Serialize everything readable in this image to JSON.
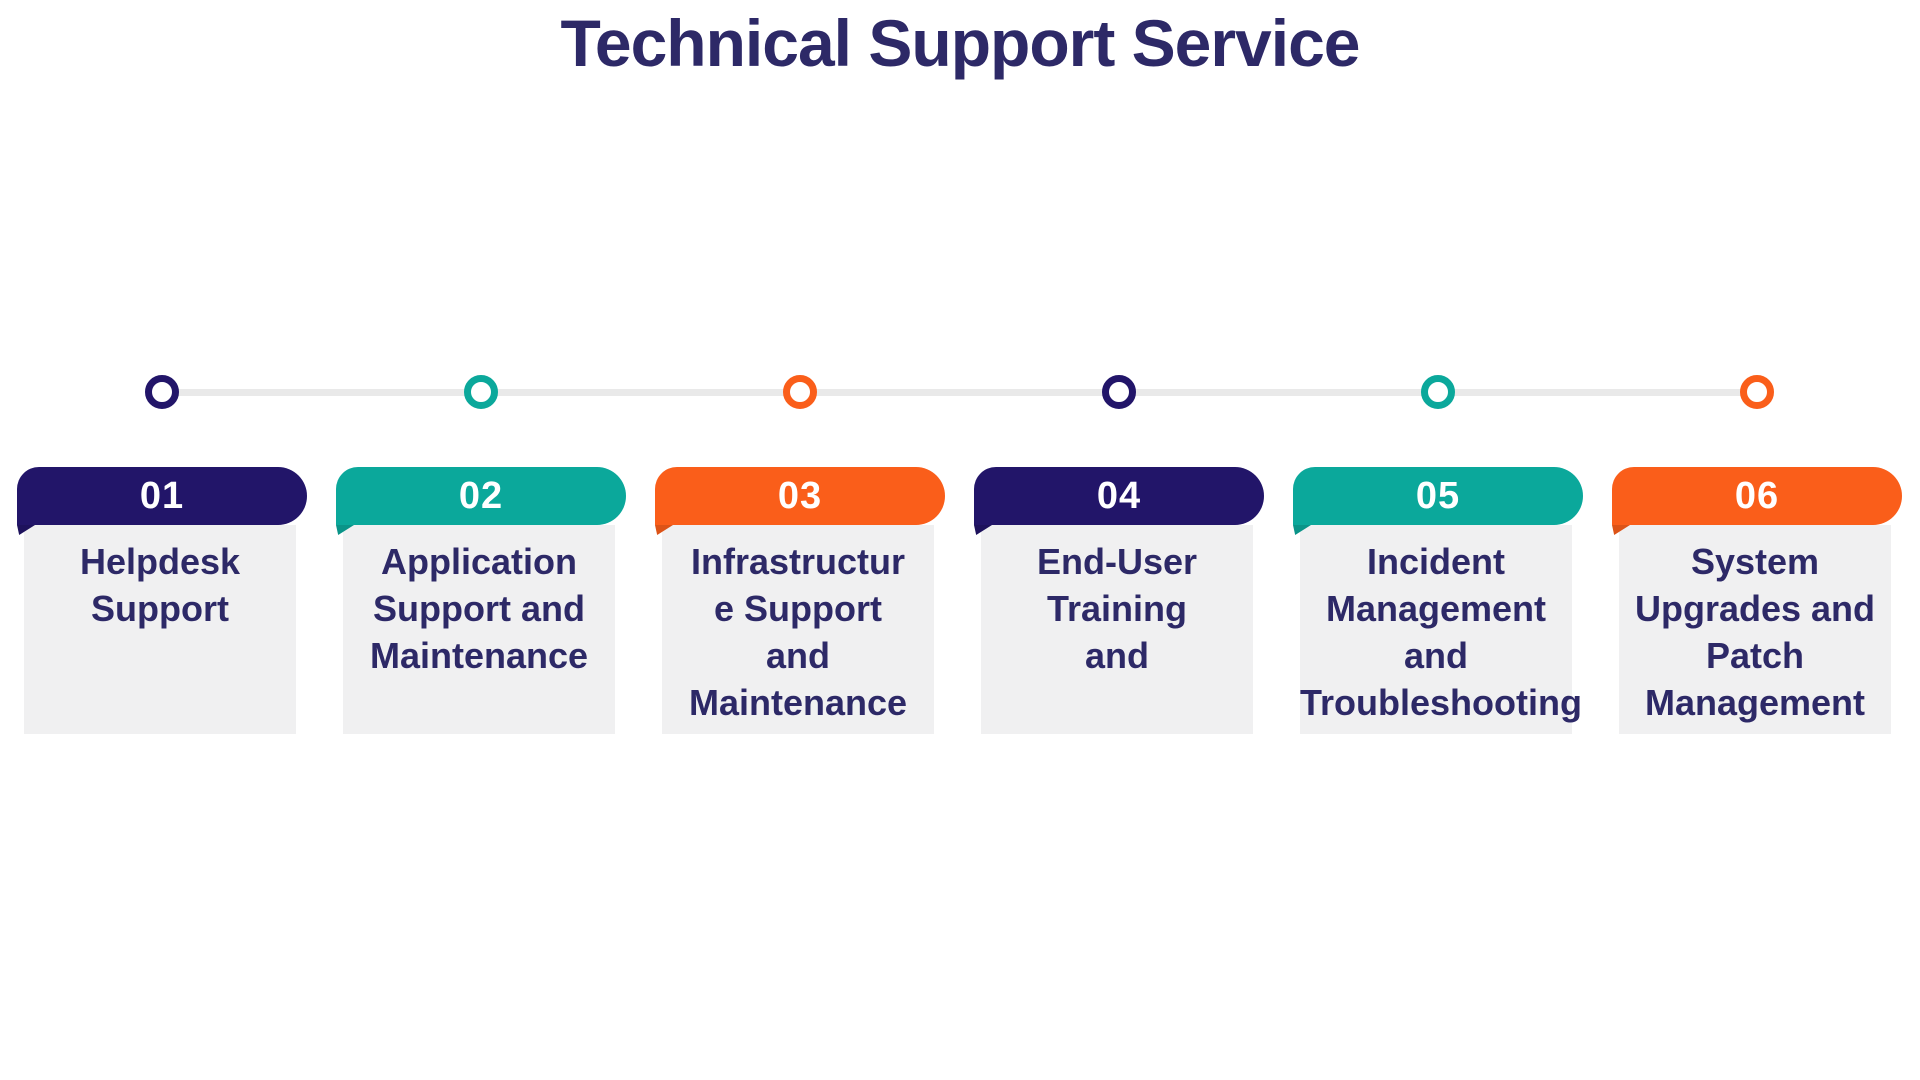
{
  "title": "Technical Support Service",
  "palette": {
    "navy": "#221569",
    "teal": "#0BA89B",
    "orange": "#FA5E1A",
    "card_background": "#F0F0F1",
    "timeline_line": "#E9E9E9",
    "body_text": "#2D2967",
    "number_text": "#FFFFFF"
  },
  "steps": [
    {
      "number": "01",
      "label": "Helpdesk\nSupport",
      "color": "navy"
    },
    {
      "number": "02",
      "label": "Application\nSupport and\nMaintenance",
      "color": "teal"
    },
    {
      "number": "03",
      "label": "Infrastructur\ne Support\nand\nMaintenance",
      "color": "orange"
    },
    {
      "number": "04",
      "label": "End-User\nTraining\nand",
      "color": "navy"
    },
    {
      "number": "05",
      "label": "Incident\nManagement\nand\nTroubleshooting",
      "color": "teal"
    },
    {
      "number": "06",
      "label": "System\nUpgrades and\nPatch\nManagement",
      "color": "orange"
    }
  ]
}
